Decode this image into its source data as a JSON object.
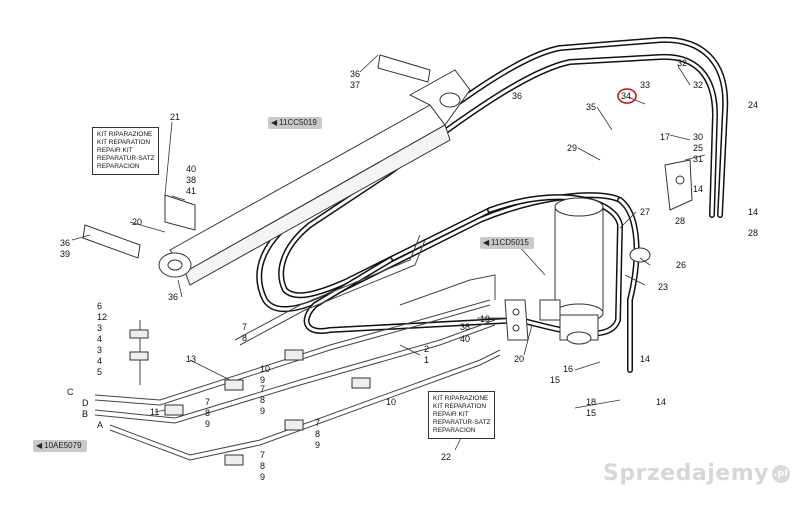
{
  "ref_tags": {
    "cyl_left": "11CC5019",
    "cyl_right": "11CD5015",
    "bottom_left": "10AE5079"
  },
  "kit_box_left": [
    "KIT RIPARAZIONE",
    "KIT REPARATION",
    "REPAIR KIT",
    "REPARATUR-SATZ",
    "REPARACION"
  ],
  "kit_box_bottom": [
    "KIT RIPARAZIONE",
    "KIT REPARATION",
    "REPAIR KIT",
    "REPARATUR-SATZ",
    "REPARACION"
  ],
  "callouts": {
    "c36a": "36",
    "c37": "37",
    "c36b": "36",
    "c21": "21",
    "c40a": "40",
    "c38a": "38",
    "c41": "41",
    "c20a": "20",
    "c36c": "36",
    "c39": "39",
    "c36d": "36",
    "c32a": "32",
    "c33": "33",
    "c34": "34",
    "c32b": "32",
    "c24": "24",
    "c35": "35",
    "c17": "17",
    "c30": "30",
    "c25": "25",
    "c31": "31",
    "c29": "29",
    "c14a": "14",
    "c28a": "28",
    "c14b": "14",
    "c28b": "28",
    "c27": "27",
    "c26": "26",
    "c23": "23",
    "c14c": "14",
    "c16": "16",
    "c15a": "15",
    "c18": "18",
    "c15b": "15",
    "c14d": "14",
    "c19": "19",
    "c38b": "38",
    "c40b": "40",
    "c20b": "20",
    "c2": "2",
    "c1": "1",
    "c22": "22",
    "c6": "6",
    "c12": "12",
    "c3a": "3",
    "c4a": "4",
    "c3b": "3",
    "c4b": "4",
    "c5": "5",
    "c13": "13",
    "c7a": "7",
    "c8a": "8",
    "c10a": "10",
    "c9a": "9",
    "c11": "11",
    "c7b": "7",
    "c8b": "8",
    "c9b": "9",
    "c7c": "7",
    "c8c": "8",
    "c9c": "9",
    "c10b": "10",
    "c7d": "7",
    "c8d": "8",
    "c9d": "9",
    "c7e": "7",
    "c8e": "8",
    "c9e": "9",
    "cC": "C",
    "cD": "D",
    "cB": "B",
    "cA": "A"
  },
  "watermark": "Sprzedajemy",
  "watermark_badge": ".pl",
  "colors": {
    "hose": "#1a1a1a",
    "line": "#333333",
    "highlight": "#cc1111",
    "tag": "#c9c9c9"
  }
}
